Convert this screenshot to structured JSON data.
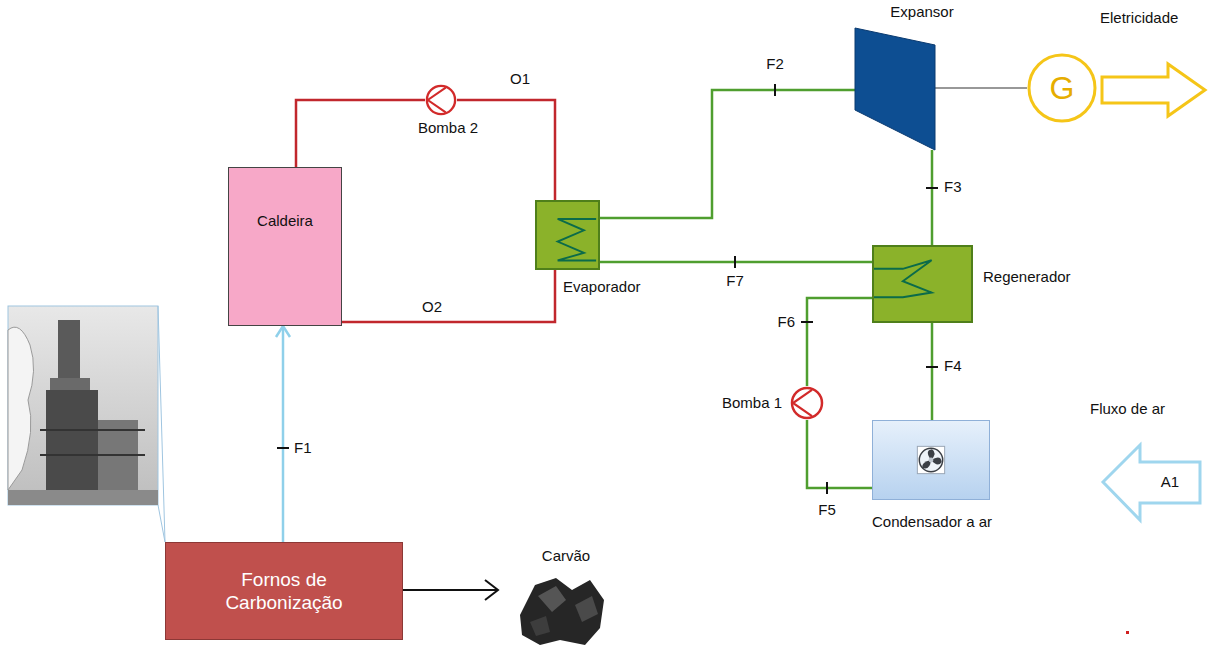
{
  "diagram": {
    "nodes": [
      {
        "text": [
          "Caldeira"
        ]
      },
      {
        "text": [
          "Bomba 2"
        ]
      },
      {
        "text": [
          "Evaporador"
        ]
      },
      {
        "text": [
          "Expansor"
        ]
      },
      {
        "text": [
          "G"
        ]
      },
      {
        "text": [
          "Regenerador"
        ]
      },
      {
        "text": [
          "Bomba 1"
        ]
      },
      {
        "text": [
          "Condensador a ar"
        ]
      },
      {
        "text": [
          "Fornos de Carbonização"
        ]
      }
    ],
    "edges": [
      {
        "from": 8,
        "to": 0,
        "label": "F1",
        "arrow": "to"
      },
      {
        "from": 0,
        "to": 1,
        "arrow": "none"
      },
      {
        "from": 1,
        "to": 2,
        "label": "O1",
        "arrow": "none"
      },
      {
        "from": 2,
        "to": 0,
        "label": "O2",
        "arrow": "none"
      },
      {
        "from": 2,
        "to": 3,
        "label": "F2",
        "arrow": "none"
      },
      {
        "from": 3,
        "to": 4,
        "arrow": "none"
      },
      {
        "from": 3,
        "to": 5,
        "label": "F3",
        "arrow": "none"
      },
      {
        "from": 5,
        "to": 7,
        "label": "F4",
        "arrow": "none"
      },
      {
        "from": 7,
        "to": 6,
        "label": "F5",
        "arrow": "none"
      },
      {
        "from": 6,
        "to": 5,
        "label": "F6",
        "arrow": "none"
      },
      {
        "from": 5,
        "to": 2,
        "label": "F7",
        "arrow": "none"
      }
    ],
    "labels": [
      "Eletricidade",
      "Fluxo de ar",
      "A1",
      "Carvão"
    ]
  }
}
